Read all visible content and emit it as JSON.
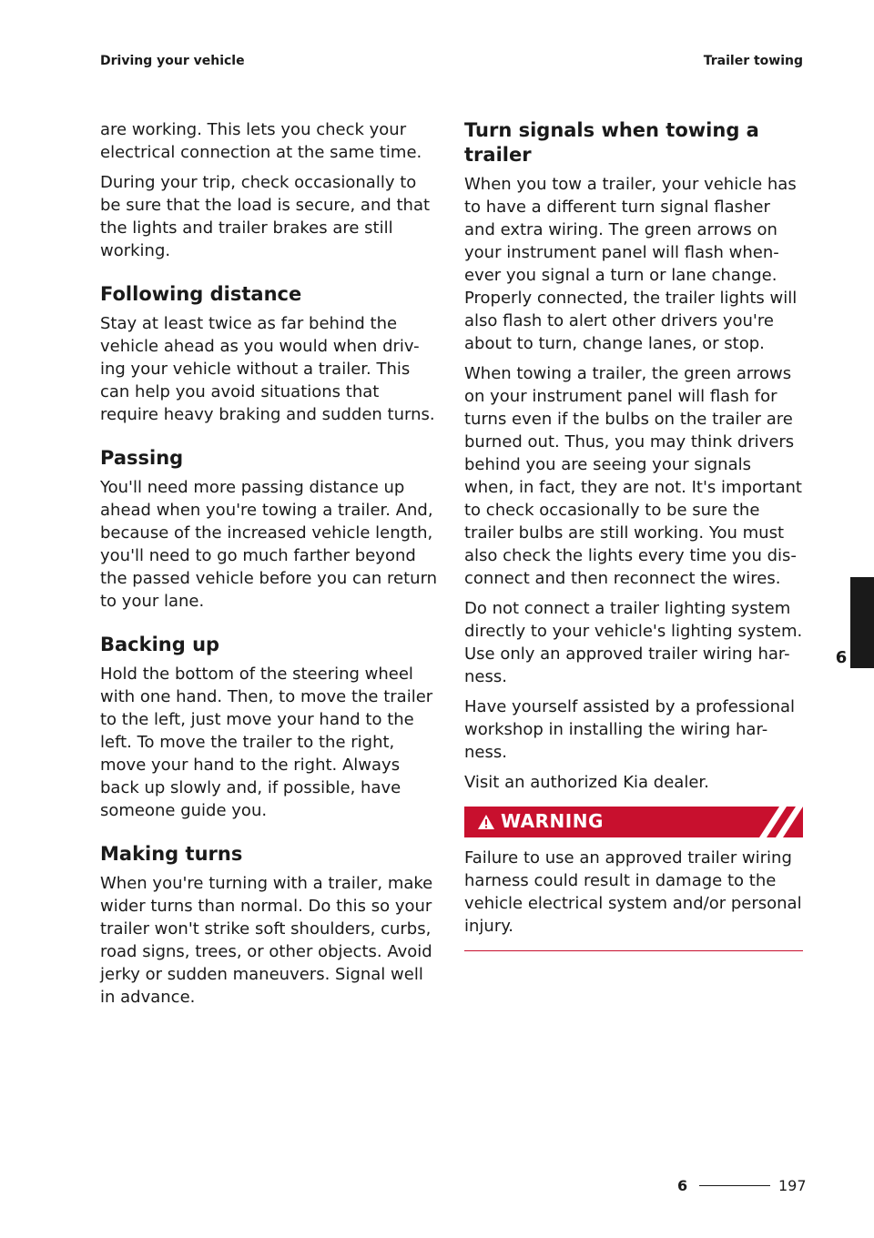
{
  "header": {
    "left": "Driving your vehicle",
    "right": "Trailer towing"
  },
  "left_column": {
    "p1": "are working. This lets you check your electrical connection at the same time.",
    "p2": "During your trip, check occasionally to be sure that the load is secure, and that the lights and trailer brakes are still working.",
    "following_heading": "Following distance",
    "following_text": "Stay at least twice as far behind the vehicle ahead as you would when driv-ing your vehicle without a trailer. This can help you avoid situations that require heavy braking and sudden turns.",
    "passing_heading": "Passing",
    "passing_text": "You'll need more passing distance up ahead when you're towing a trailer. And, because of the increased vehicle length, you'll need to go much farther beyond the passed vehicle before you can return to your lane.",
    "backing_heading": "Backing up",
    "backing_text": "Hold the bottom of the steering wheel with one hand. Then, to move the trailer to the left, just move your hand to the left. To move the trailer to the right, move your hand to the right. Always back up slowly and, if possible, have someone guide you.",
    "turns_heading": "Making turns",
    "turns_text": "When you're turning with a trailer, make wider turns than normal. Do this so your trailer won't strike soft shoulders, curbs, road signs, trees, or other objects. Avoid jerky or sudden maneuvers. Signal well in advance."
  },
  "right_column": {
    "signals_heading": "Turn signals when towing a trailer",
    "signals_p1": "When you tow a trailer, your vehicle has to have a different turn signal flasher and extra wiring. The green arrows on your instrument panel will flash when-ever you signal a turn or lane change. Properly connected, the trailer lights will also flash to alert other drivers you're about to turn, change lanes, or stop.",
    "signals_p2": "When towing a trailer, the green arrows on your instrument panel will flash for turns even if the bulbs on the trailer are burned out. Thus, you may think drivers behind you are seeing your signals when, in fact, they are not. It's important to check occasionally to be sure the trailer bulbs are still working. You must also check the lights every time you dis-connect and then reconnect the wires.",
    "signals_p3": "Do not connect a trailer lighting system directly to your vehicle's lighting system. Use only an approved trailer wiring har-ness.",
    "signals_p4": "Have yourself assisted by a professional workshop in installing the wiring har-ness.",
    "signals_p5": "Visit an authorized Kia dealer.",
    "warning_title": "WARNING",
    "warning_text": "Failure to use an approved trailer wiring harness could result in damage to the vehicle electrical system and/or personal injury."
  },
  "chapter_tab": "6",
  "footer": {
    "chapter": "6",
    "page": "197"
  },
  "colors": {
    "warning_red": "#c8102e",
    "tab_black": "#1a1a1a"
  }
}
